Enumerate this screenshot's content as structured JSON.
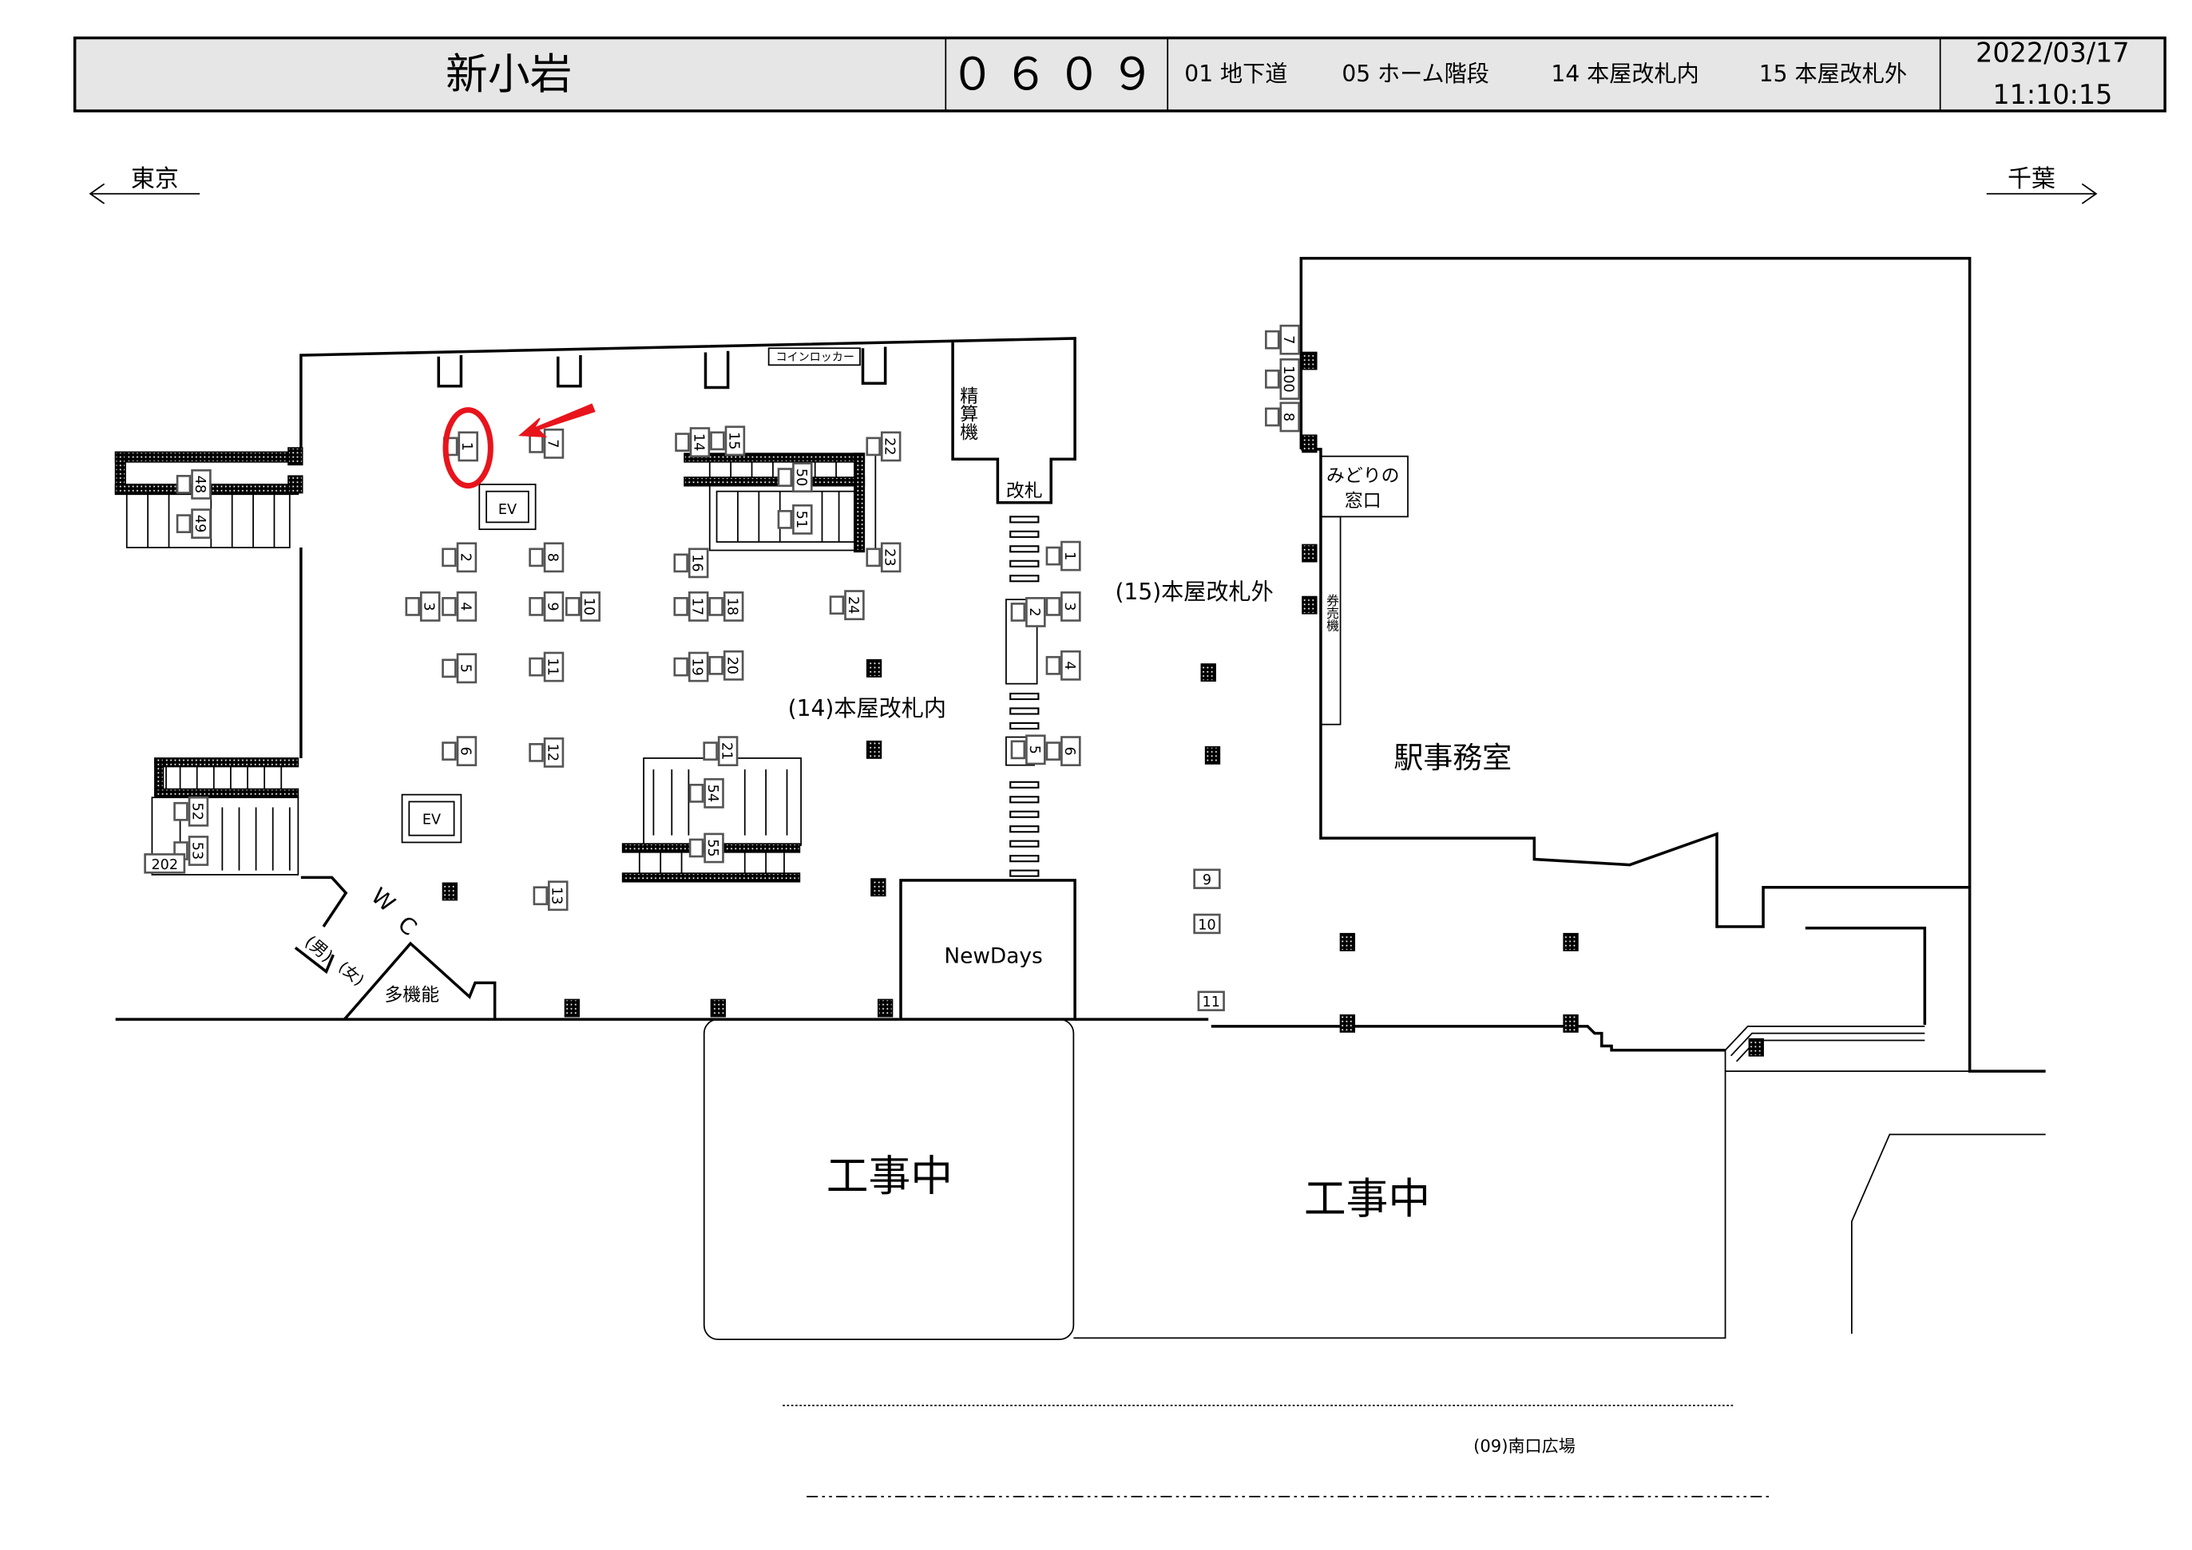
{
  "header": {
    "station": "新小岩",
    "code": "０６０９",
    "legend": [
      "01 地下道",
      "05 ホーム階段",
      "14 本屋改札内",
      "15 本屋改札外"
    ],
    "date": "2022/03/17",
    "time": "11:10:15"
  },
  "directions": {
    "left": "東京",
    "right": "千葉"
  },
  "labels": {
    "coin_locker": "コインロッカー",
    "fare_adjust": "精算機",
    "gate": "改札",
    "area14": "(14)本屋改札内",
    "area15": "(15)本屋改札外",
    "midori_1": "みどりの",
    "midori_2": "窓口",
    "ticket_machine": "券売機",
    "office": "駅事務室",
    "ev": "EV",
    "wc_w": "W",
    "wc_c": "C",
    "men": "(男)",
    "women": "(女)",
    "multi": "多機能",
    "newdays": "NewDays",
    "construction": "工事中",
    "south_plaza": "(09)南口広場"
  },
  "ad_signs": [
    "1",
    "7",
    "14",
    "15",
    "22",
    "50",
    "51",
    "48",
    "49",
    "2",
    "8",
    "16",
    "23",
    "3",
    "4",
    "9",
    "10",
    "17",
    "18",
    "24",
    "5",
    "11",
    "19",
    "20",
    "6",
    "12",
    "21",
    "54",
    "55",
    "52",
    "53",
    "202",
    "13",
    "1",
    "2",
    "3",
    "4",
    "5",
    "6",
    "7",
    "100",
    "8",
    "9",
    "10",
    "11"
  ],
  "highlight": {
    "sign": "1",
    "color": "#e8141c"
  }
}
